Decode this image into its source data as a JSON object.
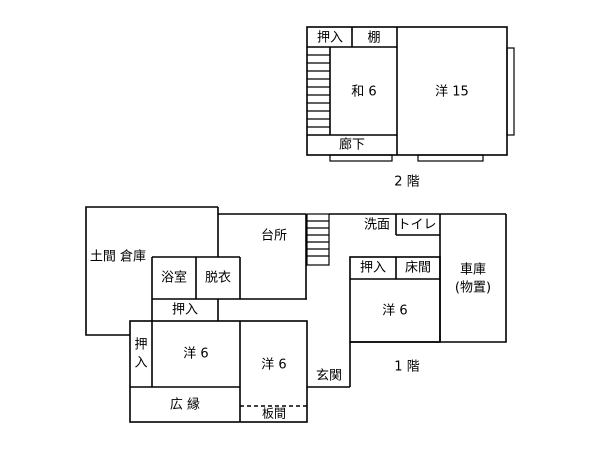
{
  "floor2": {
    "floor_label": "2 階",
    "rooms": {
      "oshiire": "押入",
      "tana": "棚",
      "washitsu": "和 6",
      "youshitsu": "洋 15",
      "rouka": "廊下"
    }
  },
  "floor1": {
    "floor_label": "1 階",
    "rooms": {
      "doma_souko": "土間 倉庫",
      "daidokoro": "台所",
      "senmen": "洗面",
      "toire": "トイレ",
      "shako_line1": "車庫",
      "shako_line2": "(物置)",
      "yokushitsu": "浴室",
      "datsui": "脱衣",
      "oshiire_bath": "押入",
      "oshiire_east": "押入",
      "tokonoma": "床間",
      "you6_east": "洋 6",
      "oshiire_west_line1": "押",
      "oshiire_west_line2": "入",
      "you6_west": "洋 6",
      "you6_middle": "洋 6",
      "genkan": "玄関",
      "hiroen": "広 縁",
      "itama": "板間"
    }
  }
}
